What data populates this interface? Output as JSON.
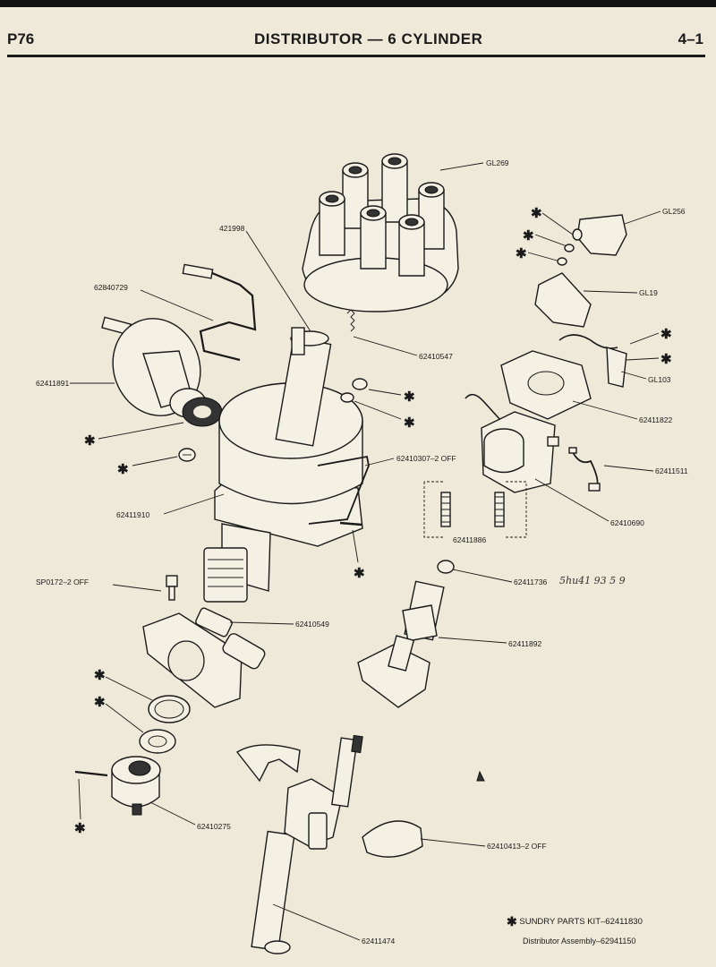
{
  "header": {
    "page_code": "P76",
    "title": "DISTRIBUTOR — 6 CYLINDER",
    "section": "4–1"
  },
  "parts": {
    "cap": "GL269",
    "brush": "421998",
    "vacuum_unit": "62840729",
    "spring_62410547": "62410547",
    "shaft_plate": "62411891",
    "clip": "62410307–2 OFF",
    "body": "62411910",
    "bolt": "SP0172–2 OFF",
    "clamp": "62410549",
    "coupling": "62410275",
    "drive_shaft": "62411474",
    "weights": "62410413–2 OFF",
    "rotor": "GL256",
    "contact_set": "GL19",
    "capacitor": "GL103",
    "base_plate": "62411822",
    "lead": "62411511",
    "moving_plate": "62410690",
    "springs": "62411886",
    "felt": "62411736",
    "cam": "62411892"
  },
  "handwritten_note": "5hu41 93 5 9",
  "sundry_marker": "✱",
  "footer": {
    "kit_star": "✱",
    "kit_text": "SUNDRY PARTS KIT–62411830",
    "assembly_text": "Distributor Assembly–62941150"
  }
}
